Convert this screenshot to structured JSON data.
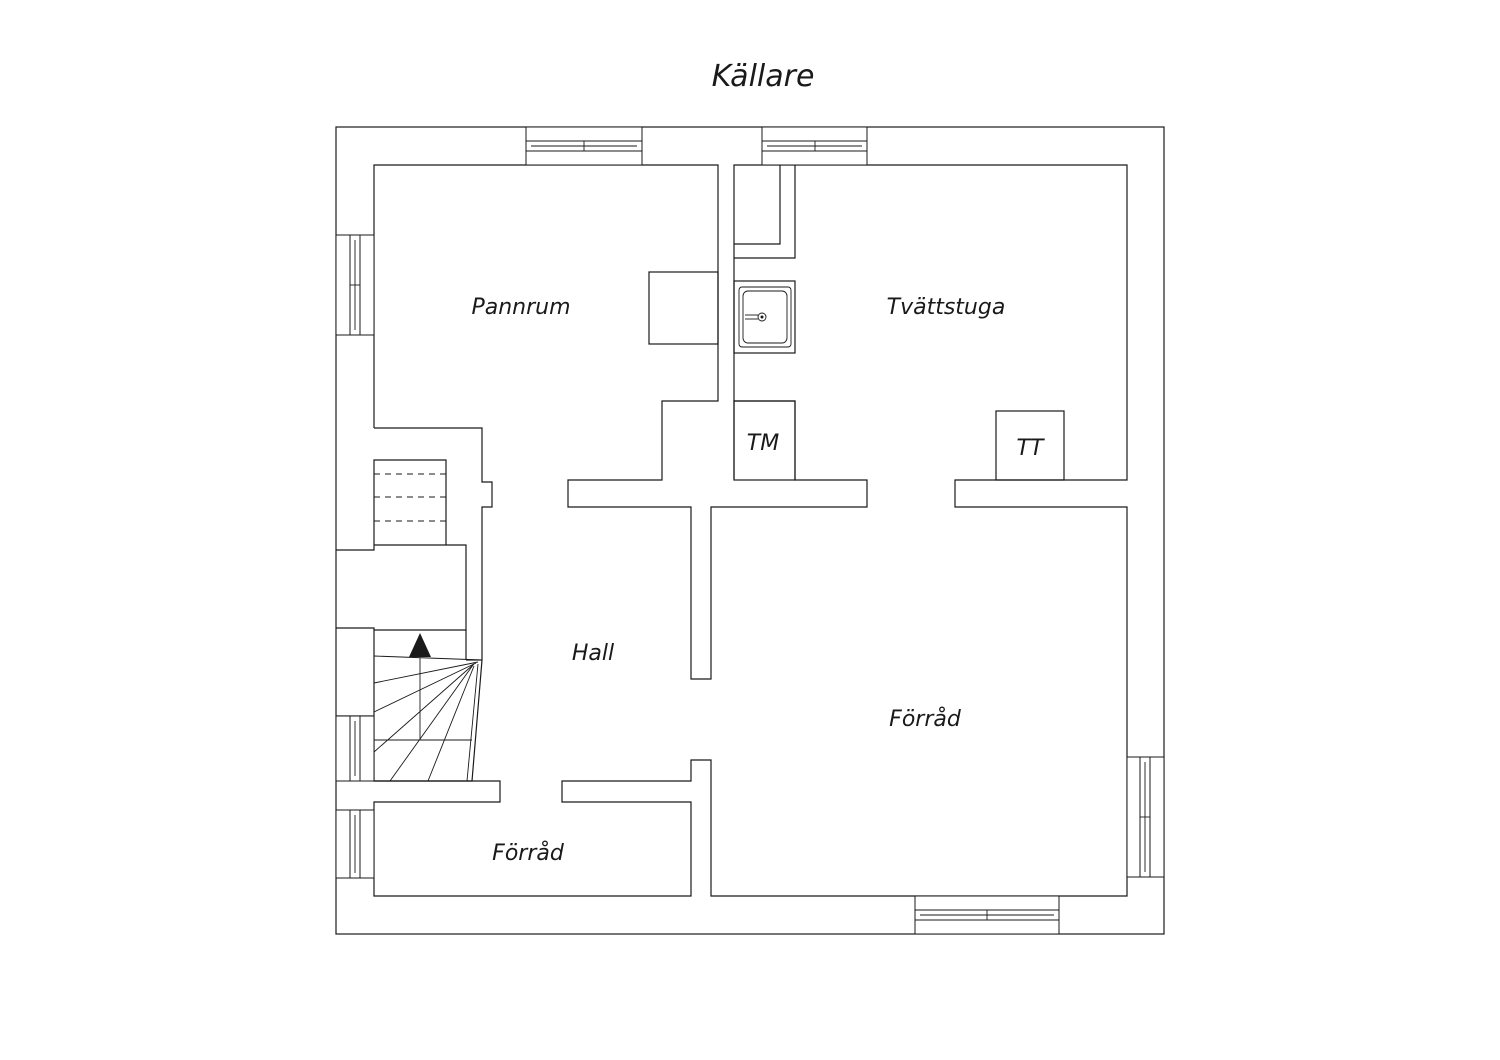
{
  "title": "Källare",
  "rooms": {
    "pannrum": "Pannrum",
    "tvattstuga": "Tvättstuga",
    "hall": "Hall",
    "forrad_large": "Förråd",
    "forrad_small": "Förråd",
    "tm": "TM",
    "tt": "TT"
  }
}
